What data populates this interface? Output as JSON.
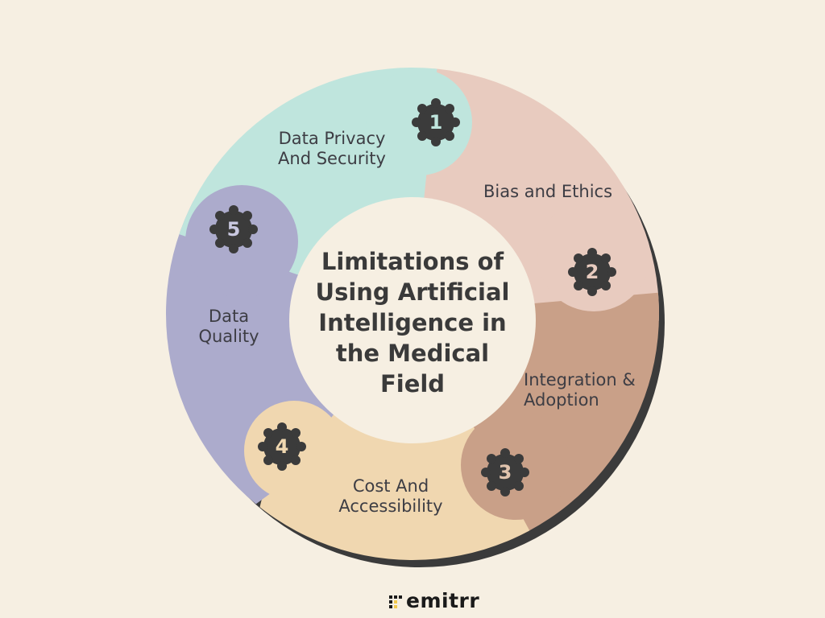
{
  "title": "Limitations of Using Artificial Intelligence in the Medical Field",
  "title_lines": [
    "Limitations of",
    "Using Artificial",
    "Intelligence in",
    "the Medical",
    "Field"
  ],
  "segments": [
    {
      "number": "1",
      "label_lines": [
        "Data Privacy",
        "And Security"
      ],
      "color": "#bfe5dd"
    },
    {
      "number": "2",
      "label_lines": [
        "Bias and Ethics"
      ],
      "color": "#e8cbbf"
    },
    {
      "number": "3",
      "label_lines": [
        "Integration &",
        "Adoption"
      ],
      "color": "#c9a088"
    },
    {
      "number": "4",
      "label_lines": [
        "Cost And",
        "Accessibility"
      ],
      "color": "#f0d7b0"
    },
    {
      "number": "5",
      "label_lines": [
        "Data",
        "Quality"
      ],
      "color": "#acabcc"
    }
  ],
  "colors": {
    "background": "#f6efe2",
    "badge": "#3b3b3b",
    "shadow_ring": "#3b3b3b",
    "center": "#f6efe2",
    "logo_accent": "#f2c94c"
  },
  "brand": {
    "name": "emitrr"
  }
}
